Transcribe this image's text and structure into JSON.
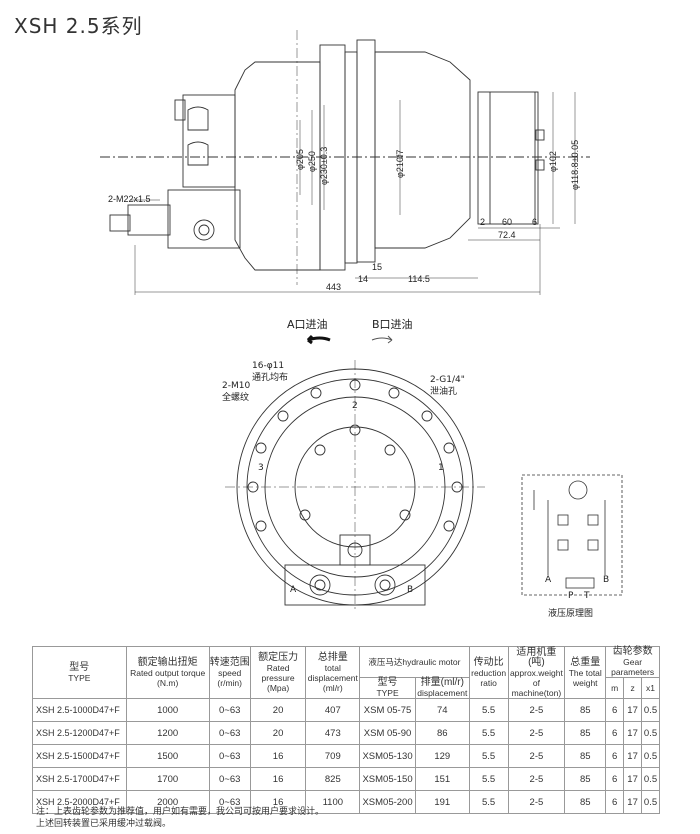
{
  "title": "XSH 2.5系列",
  "side_view": {
    "callout_port": "2-M22x1.5",
    "dims_vertical": [
      "φ205",
      "φ250",
      "φ230±0.3",
      "φ210f7",
      "φ102",
      "φ118.8±0.05"
    ],
    "dims_horizontal": [
      "2",
      "60",
      "6",
      "72.4",
      "14",
      "15",
      "114.5",
      "443"
    ]
  },
  "flow": {
    "a_label": "A口进油",
    "b_label": "B口进油"
  },
  "end_view": {
    "callout_holes": "16-φ11",
    "callout_holes_sub": "通孔均布",
    "callout_m10": "2-M10",
    "callout_m10_sub": "全螺纹",
    "callout_g14": "2-G1/4\"",
    "callout_g14_sub": "泄油孔",
    "port_a": "A",
    "port_b": "B",
    "mark_1": "1",
    "mark_2": "2",
    "mark_3": "3"
  },
  "schematic": {
    "caption": "液压原理图",
    "a": "A",
    "b": "B",
    "p": "P",
    "t": "T"
  },
  "table": {
    "h_type_zh": "型号",
    "h_type_en": "TYPE",
    "h_torque_zh": "额定输出扭矩",
    "h_torque_en": "Rated output torque",
    "h_torque_unit": "(N.m)",
    "h_speed_zh": "转速范围",
    "h_speed_en": "speed",
    "h_speed_unit": "(r/min)",
    "h_pressure_zh": "额定压力",
    "h_pressure_en": "Rated pressure",
    "h_pressure_unit": "(Mpa)",
    "h_disp_zh": "总排量",
    "h_disp_en": "total displacement",
    "h_disp_unit": "(ml/r)",
    "h_motor": "液压马达hydraulic motor",
    "h_motor_type_zh": "型号",
    "h_motor_type_en": "TYPE",
    "h_motor_disp_zh": "排量(ml/r)",
    "h_motor_disp_en": "displacement",
    "h_ratio_zh": "传动比",
    "h_ratio_en": "reduction ratio",
    "h_machine_zh": "适用机重(吨)",
    "h_machine_en": "approx.weight of machine(ton)",
    "h_weight_zh": "总重量",
    "h_weight_en": "The total weight",
    "h_gear_zh": "齿轮参数",
    "h_gear_en": "Gear parameters",
    "h_m": "m",
    "h_z": "z",
    "h_x": "x1",
    "rows": [
      {
        "type": "XSH 2.5-1000D47+F",
        "torque": "1000",
        "speed": "0~63",
        "pressure": "20",
        "disp": "407",
        "motor": "XSM 05-75",
        "mdisp": "74",
        "ratio": "5.5",
        "machine": "2-5",
        "weight": "85",
        "m": "6",
        "z": "17",
        "x": "0.5"
      },
      {
        "type": "XSH 2.5-1200D47+F",
        "torque": "1200",
        "speed": "0~63",
        "pressure": "20",
        "disp": "473",
        "motor": "XSM 05-90",
        "mdisp": "86",
        "ratio": "5.5",
        "machine": "2-5",
        "weight": "85",
        "m": "6",
        "z": "17",
        "x": "0.5"
      },
      {
        "type": "XSH 2.5-1500D47+F",
        "torque": "1500",
        "speed": "0~63",
        "pressure": "16",
        "disp": "709",
        "motor": "XSM05-130",
        "mdisp": "129",
        "ratio": "5.5",
        "machine": "2-5",
        "weight": "85",
        "m": "6",
        "z": "17",
        "x": "0.5"
      },
      {
        "type": "XSH 2.5-1700D47+F",
        "torque": "1700",
        "speed": "0~63",
        "pressure": "16",
        "disp": "825",
        "motor": "XSM05-150",
        "mdisp": "151",
        "ratio": "5.5",
        "machine": "2-5",
        "weight": "85",
        "m": "6",
        "z": "17",
        "x": "0.5"
      },
      {
        "type": "XSH 2.5-2000D47+F",
        "torque": "2000",
        "speed": "0~63",
        "pressure": "16",
        "disp": "1100",
        "motor": "XSM05-200",
        "mdisp": "191",
        "ratio": "5.5",
        "machine": "2-5",
        "weight": "85",
        "m": "6",
        "z": "17",
        "x": "0.5"
      }
    ]
  },
  "notes": [
    "注：上表齿轮参数为推荐值，用户如有需要，我公司可按用户要求设计。",
    "上述回转装置已采用缓冲过载阀。"
  ]
}
